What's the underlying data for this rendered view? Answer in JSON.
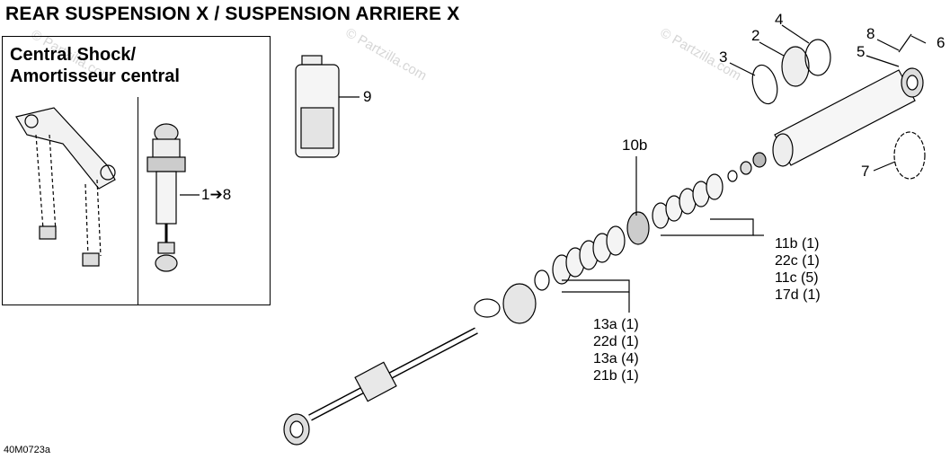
{
  "title": "REAR SUSPENSION X / SUSPENSION ARRIERE X",
  "inset": {
    "heading_line1": "Central Shock/",
    "heading_line2": "Amortisseur central",
    "callout": "1➔8"
  },
  "callouts": {
    "c2": "2",
    "c3": "3",
    "c4": "4",
    "c5": "5",
    "c6": "6",
    "c7": "7",
    "c8": "8",
    "c9": "9",
    "c10b": "10b"
  },
  "group_a": [
    "11b (1)",
    "22c (1)",
    "11c (5)",
    "17d (1)"
  ],
  "group_b": [
    "13a (1)",
    "22d (1)",
    "13a (4)",
    "21b (1)"
  ],
  "watermark": "© Partzilla.com",
  "diagram_code": "40M0723a"
}
